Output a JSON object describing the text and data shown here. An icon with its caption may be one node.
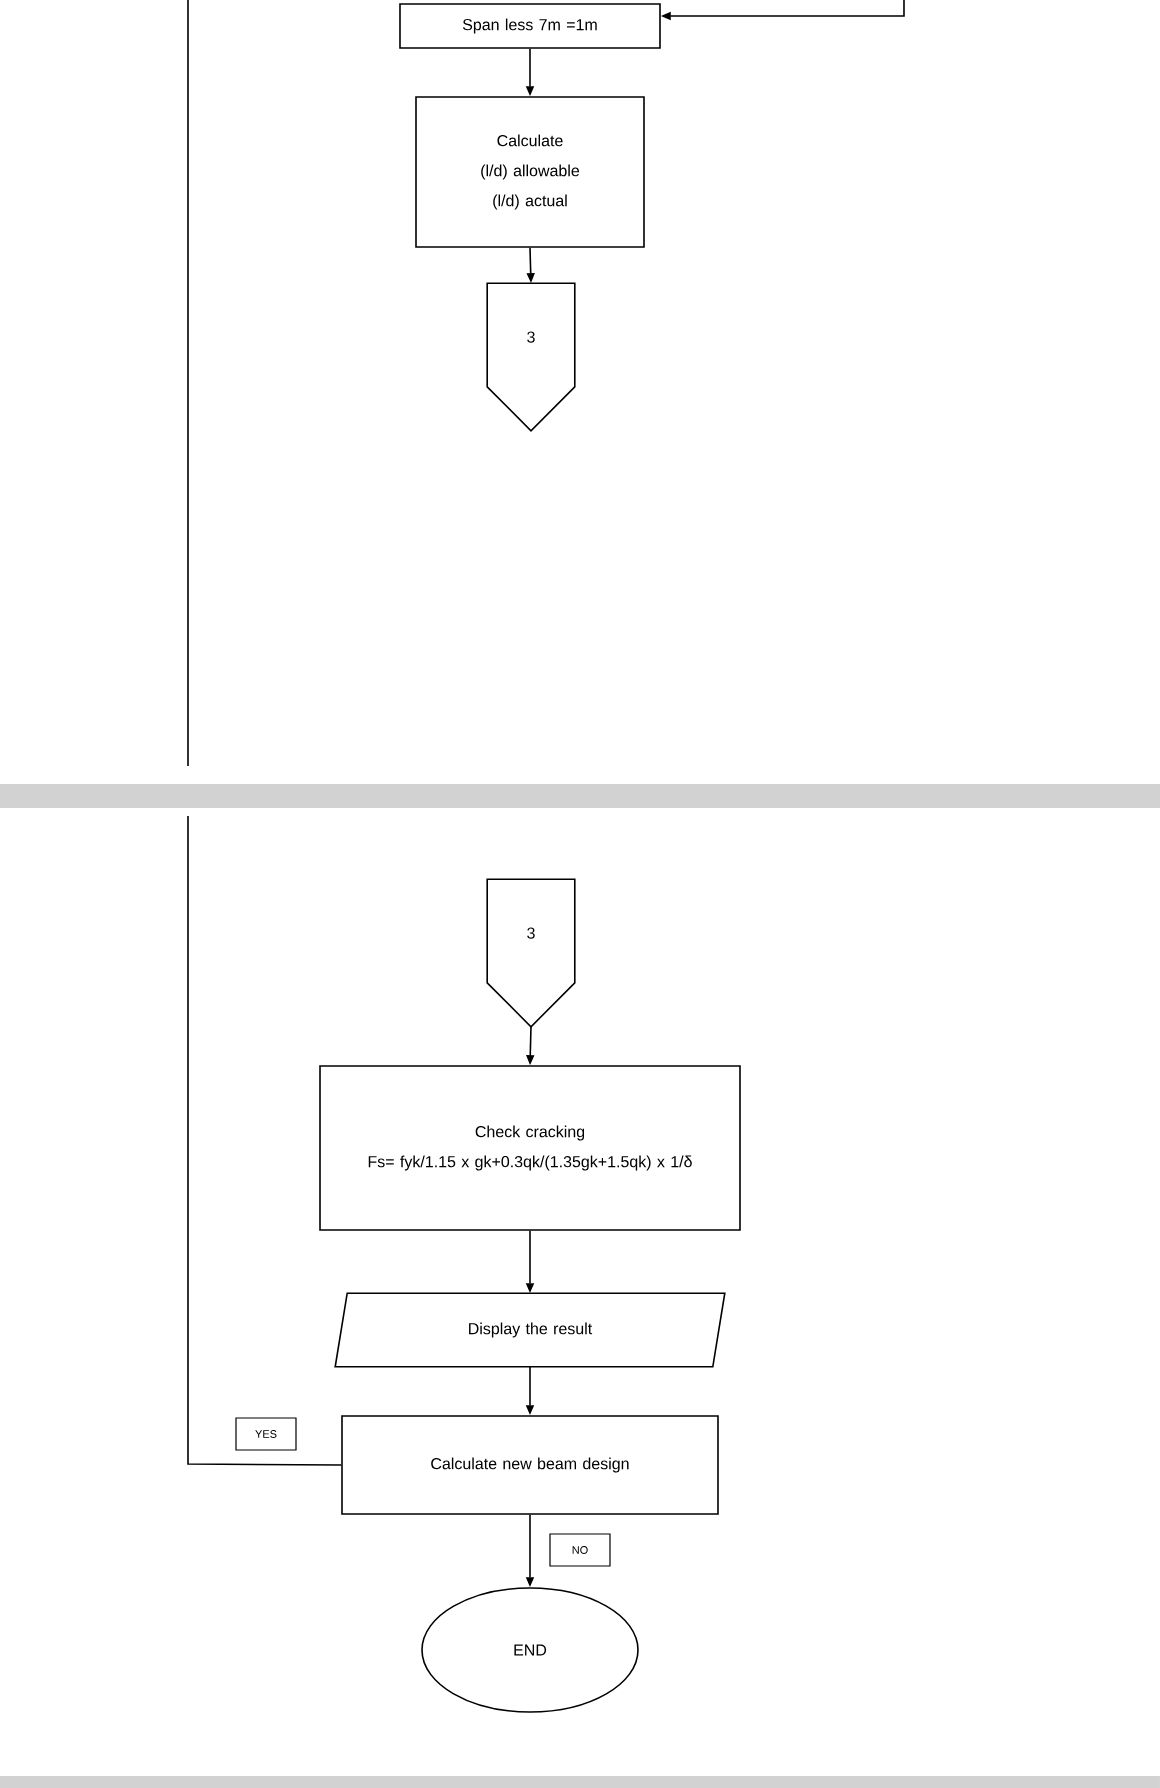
{
  "diagram": {
    "nodes": [
      {
        "text": [
          "Span less 7m =1m"
        ]
      },
      {
        "text": [
          "Calculate",
          "(l/d) allowable",
          "(l/d) actual"
        ]
      },
      {
        "text": [
          "3"
        ]
      },
      {
        "text": [
          "3"
        ]
      },
      {
        "text": [
          "Check cracking",
          "Fs= fyk/1.15 x gk+0.3qk/(1.35gk+1.5qk) x 1/δ"
        ]
      },
      {
        "text": [
          "Display the result"
        ]
      },
      {
        "text": [
          "Calculate new beam design"
        ]
      },
      {
        "text": [
          "END"
        ]
      }
    ],
    "edges": [
      {
        "from": null,
        "to": 0,
        "arrow": "to"
      },
      {
        "from": 0,
        "to": 1,
        "arrow": "to"
      },
      {
        "from": 1,
        "to": 2,
        "arrow": "to"
      },
      {
        "from": 3,
        "to": 4,
        "arrow": "to"
      },
      {
        "from": 4,
        "to": 5,
        "arrow": "to"
      },
      {
        "from": 5,
        "to": 6,
        "arrow": "to"
      },
      {
        "from": 6,
        "to": null,
        "arrow": "none",
        "label": "YES"
      },
      {
        "from": 6,
        "to": 7,
        "arrow": "to",
        "label": "NO"
      }
    ]
  }
}
